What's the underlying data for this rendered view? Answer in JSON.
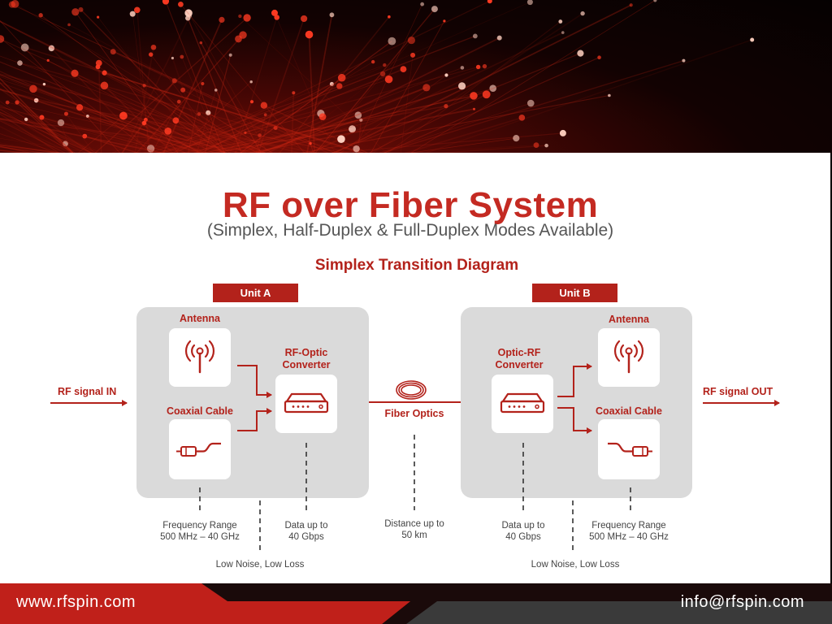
{
  "title": "RF over Fiber System",
  "subtitle": "(Simplex, Half-Duplex & Full-Duplex Modes Available)",
  "section_title": "Simplex Transition Diagram",
  "colors": {
    "accent": "#b3221b",
    "panel": "#dadada",
    "footer_left": "#c0201a",
    "footer_right": "#3a3a3a"
  },
  "unit_a": {
    "tag": "Unit A",
    "antenna_label": "Antenna",
    "cable_label": "Coaxial Cable",
    "converter_label": "RF-Optic Converter"
  },
  "unit_b": {
    "tag": "Unit B",
    "antenna_label": "Antenna",
    "cable_label": "Coaxial Cable",
    "converter_label": "Optic-RF Converter"
  },
  "signal_in": "RF signal IN",
  "signal_out": "RF signal OUT",
  "fiber_label": "Fiber Optics",
  "specs": {
    "a_frequency_line1": "Frequency Range",
    "a_frequency_line2": "500 MHz – 40 GHz",
    "a_data_line1": "Data up to",
    "a_data_line2": "40 Gbps",
    "a_noise": "Low Noise, Low Loss",
    "distance_line1": "Distance up to",
    "distance_line2": "50 km",
    "b_data_line1": "Data up to",
    "b_data_line2": "40 Gbps",
    "b_frequency_line1": "Frequency Range",
    "b_frequency_line2": "500 MHz – 40 GHz",
    "b_noise": "Low Noise, Low Loss"
  },
  "footer": {
    "website": "www.rfspin.com",
    "email": "info@rfspin.com"
  },
  "icons": [
    "antenna-icon",
    "coaxial-cable-icon",
    "converter-icon",
    "fiber-coil-icon",
    "arrow-icon"
  ]
}
